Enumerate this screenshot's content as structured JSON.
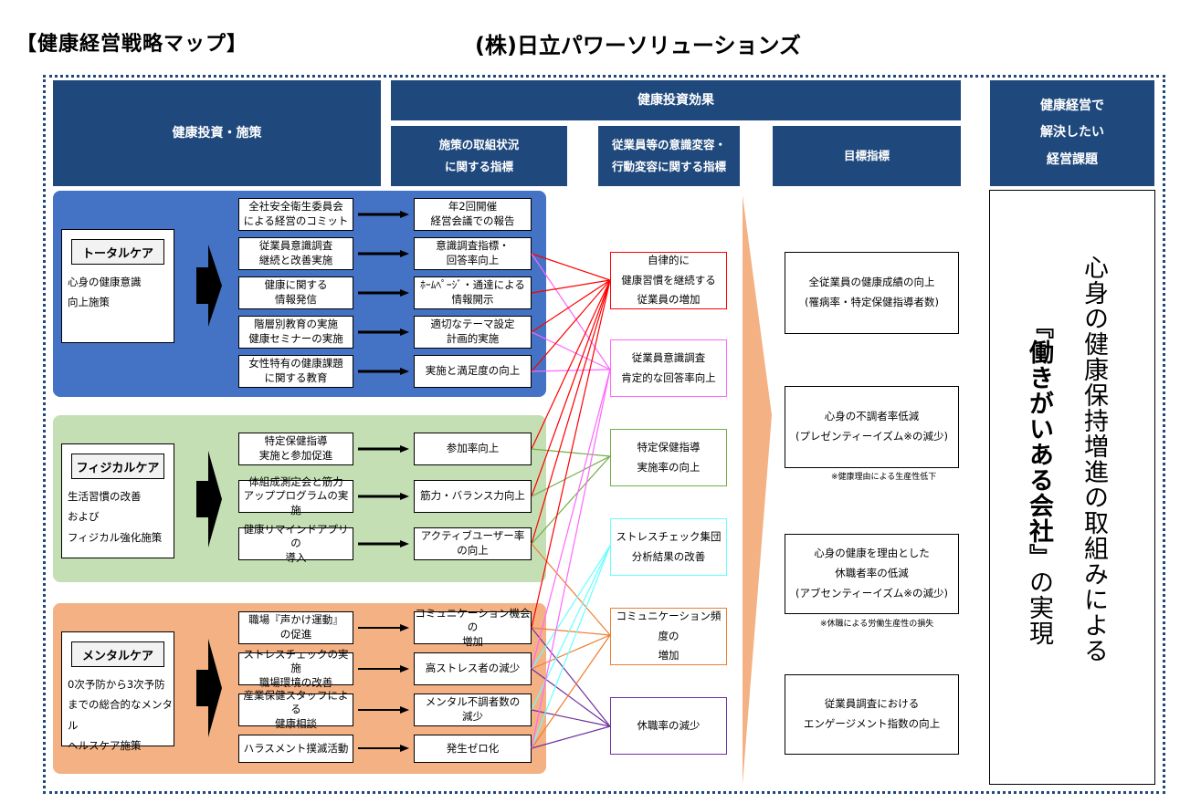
{
  "title": "【健康経営戦略マップ】",
  "company": "(株)日立パワーソリューションズ",
  "headers": {
    "investment": "健康投資・施策",
    "effects": "健康投資効果",
    "status_metrics": "施策の取組状況\nに関する指標",
    "awareness_metrics": "従業員等の意識変容・\n行動変容に関する指標",
    "target_metrics": "目標指標",
    "issue": "健康経営で\n解決したい\n経営課題"
  },
  "categories": [
    {
      "id": "total",
      "label": "トータルケア",
      "description": "心身の健康意識\n向上施策",
      "color": "#4472c4",
      "rows": [
        {
          "measure": "全社安全衛生委員会\nによる経営のコミット",
          "metric": "年2回開催\n経営会議での報告",
          "links": []
        },
        {
          "measure": "従業員意識調査\n継続と改善実施",
          "metric": "意識調査指標・\n回答率向上",
          "links": [
            "autonomous",
            "survey"
          ]
        },
        {
          "measure": "健康に関する\n情報発信",
          "metric": "ﾎｰﾑﾍﾟｰｼﾞ・通達による\n情報開示",
          "links": [
            "autonomous"
          ]
        },
        {
          "measure": "階層別教育の実施\n健康セミナーの実施",
          "metric": "適切なテーマ設定\n計画的実施",
          "links": [
            "autonomous",
            "survey"
          ]
        },
        {
          "measure": "女性特有の健康課題\nに関する教育",
          "metric": "実施と満足度の向上",
          "links": [
            "autonomous",
            "survey"
          ]
        }
      ]
    },
    {
      "id": "physical",
      "label": "フィジカルケア",
      "description": "生活習慣の改善\nおよび\nフィジカル強化施策",
      "color": "#c5dfb4",
      "rows": [
        {
          "measure": "特定保健指導\n実施と参加促進",
          "metric": "参加率向上",
          "links": [
            "autonomous",
            "tokutei"
          ]
        },
        {
          "measure": "体組成測定会と筋力\nアッププログラムの実施",
          "metric": "筋力・バランス力向上",
          "links": [
            "autonomous",
            "tokutei"
          ]
        },
        {
          "measure": "健康リマインドアプリの\n導入",
          "metric": "アクティブユーザー率\nの向上",
          "links": [
            "autonomous",
            "tokutei",
            "communication"
          ]
        }
      ]
    },
    {
      "id": "mental",
      "label": "メンタルケア",
      "description": "0次予防から3次予防\nまでの総合的なメンタル\nヘルスケア施策",
      "color": "#f4b183",
      "rows": [
        {
          "measure": "職場『声かけ運動』\nの促進",
          "metric": "コミュニケーション機会の\n増加",
          "links": [
            "autonomous",
            "communication",
            "leave"
          ]
        },
        {
          "measure": "ストレスチェックの実施\n職場環境の改善",
          "metric": "高ストレス者の減少",
          "links": [
            "stress",
            "communication",
            "leave",
            "survey"
          ]
        },
        {
          "measure": "産業保健スタッフによる\n健康相談",
          "metric": "メンタル不調者数の\n減少",
          "links": [
            "stress",
            "leave"
          ]
        },
        {
          "measure": "ハラスメント撲滅活動",
          "metric": "発生ゼロ化",
          "links": [
            "stress",
            "communication",
            "leave",
            "survey"
          ]
        }
      ]
    }
  ],
  "awareness_indicators": [
    {
      "id": "autonomous",
      "text": "自律的に\n健康習慣を継続する\n従業員の増加",
      "color": "#ff0000"
    },
    {
      "id": "survey",
      "text": "従業員意識調査\n肯定的な回答率向上",
      "color": "#ff66ff"
    },
    {
      "id": "tokutei",
      "text": "特定保健指導\n実施率の向上",
      "color": "#70ad47"
    },
    {
      "id": "stress",
      "text": "ストレスチェック集団\n分析結果の改善",
      "color": "#66ffff"
    },
    {
      "id": "communication",
      "text": "コミュニケーション頻度の\n増加",
      "color": "#ed7d31"
    },
    {
      "id": "leave",
      "text": "休職率の減少",
      "color": "#7030a0"
    }
  ],
  "target_indicators": [
    {
      "text": "全従業員の健康成績の向上\n(罹病率・特定保健指導者数)",
      "note": ""
    },
    {
      "text": "心身の不調者率低減\n(プレゼンティーイズム※の減少)",
      "note": "※健康理由による生産性低下"
    },
    {
      "text": "心身の健康を理由とした\n休職者率の低減\n(アブセンティーイズム※の減少)",
      "note": "※休職による労働生産性の損失"
    },
    {
      "text": "従業員調査における\nエンゲージメント指数の向上",
      "note": ""
    }
  ],
  "management_issue": {
    "line1": "心身の健康保持増進の取組みによる",
    "line2_bold": "『働きがいある会社』",
    "line2_rest": "の実現"
  }
}
